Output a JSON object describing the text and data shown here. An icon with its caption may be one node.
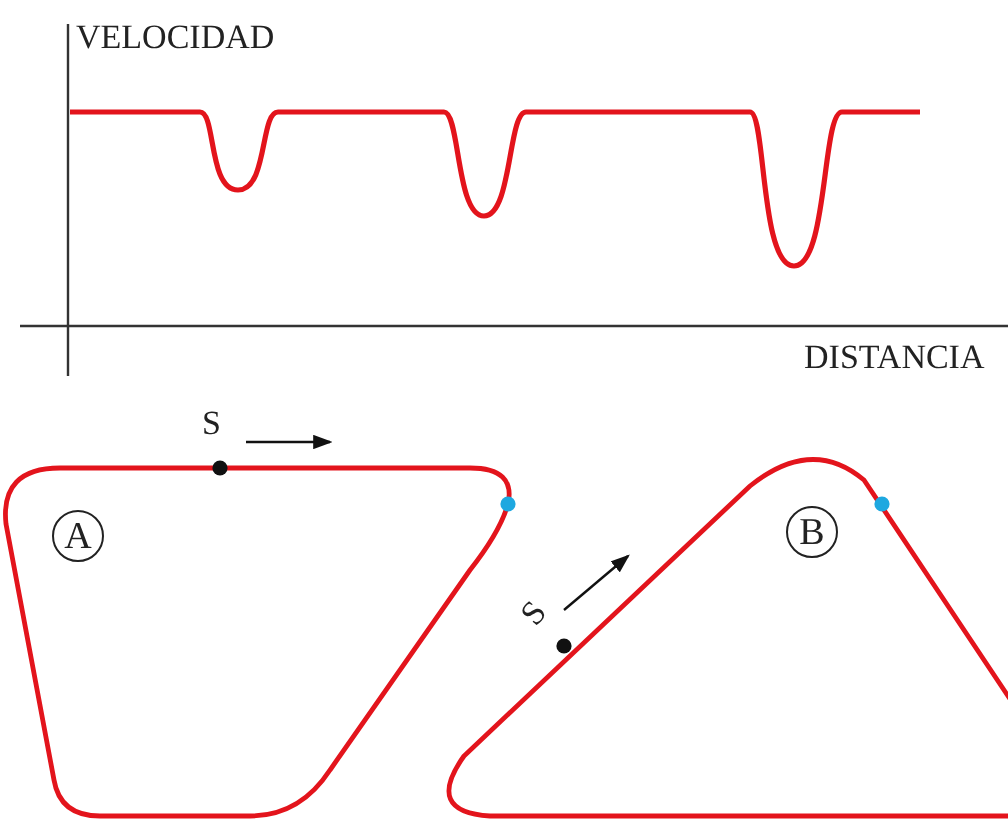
{
  "diagram": {
    "nodes": [
      {
        "text": [
          "A"
        ]
      },
      {
        "text": [
          "B"
        ]
      }
    ],
    "labels": [
      "VELOCIDAD",
      "DISTANCIA",
      "S",
      "S"
    ]
  }
}
